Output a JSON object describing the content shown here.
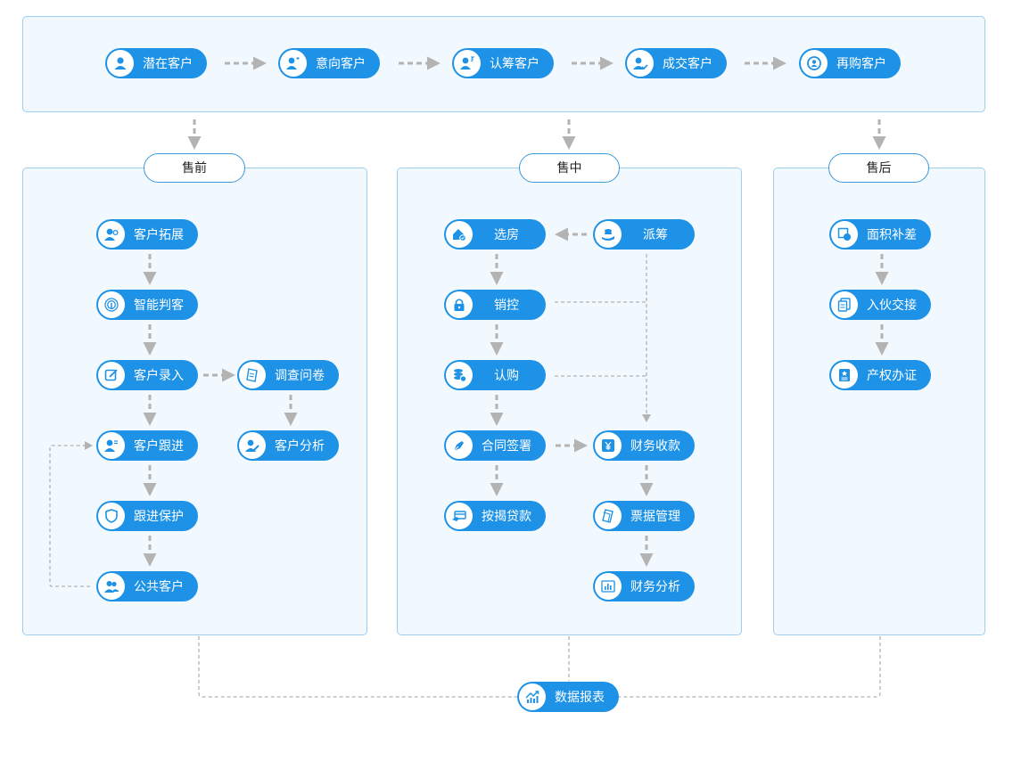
{
  "colors": {
    "accent": "#1e92e6",
    "panel_bg": "#f1f8fe",
    "panel_border": "#9fcff0",
    "arrow": "#b3b3b3"
  },
  "pipeline": [
    {
      "label": "潜在客户",
      "icon": "user-icon"
    },
    {
      "label": "意向客户",
      "icon": "user-heart-icon"
    },
    {
      "label": "认筹客户",
      "icon": "user-number-icon"
    },
    {
      "label": "成交客户",
      "icon": "user-check-icon"
    },
    {
      "label": "再购客户",
      "icon": "repurchase-icon"
    }
  ],
  "stages": {
    "pre": "售前",
    "mid": "售中",
    "post": "售后"
  },
  "pre_sale": {
    "customer_expand": "客户拓展",
    "smart_judge": "智能判客",
    "customer_entry": "客户录入",
    "survey": "调查问卷",
    "customer_follow": "客户跟进",
    "customer_analysis": "客户分析",
    "follow_protect": "跟进保护",
    "public_customer": "公共客户"
  },
  "mid_sale": {
    "choose_house": "选房",
    "dispatch_chip": "派筹",
    "sales_control": "销控",
    "subscribe": "认购",
    "contract_sign": "合同签署",
    "finance_collect": "财务收款",
    "mortgage_loan": "按揭贷款",
    "invoice_mgmt": "票据管理",
    "finance_analysis": "财务分析"
  },
  "post_sale": {
    "area_compensation": "面积补差",
    "move_in_handover": "入伙交接",
    "property_cert": "产权办证"
  },
  "report": "数据报表"
}
